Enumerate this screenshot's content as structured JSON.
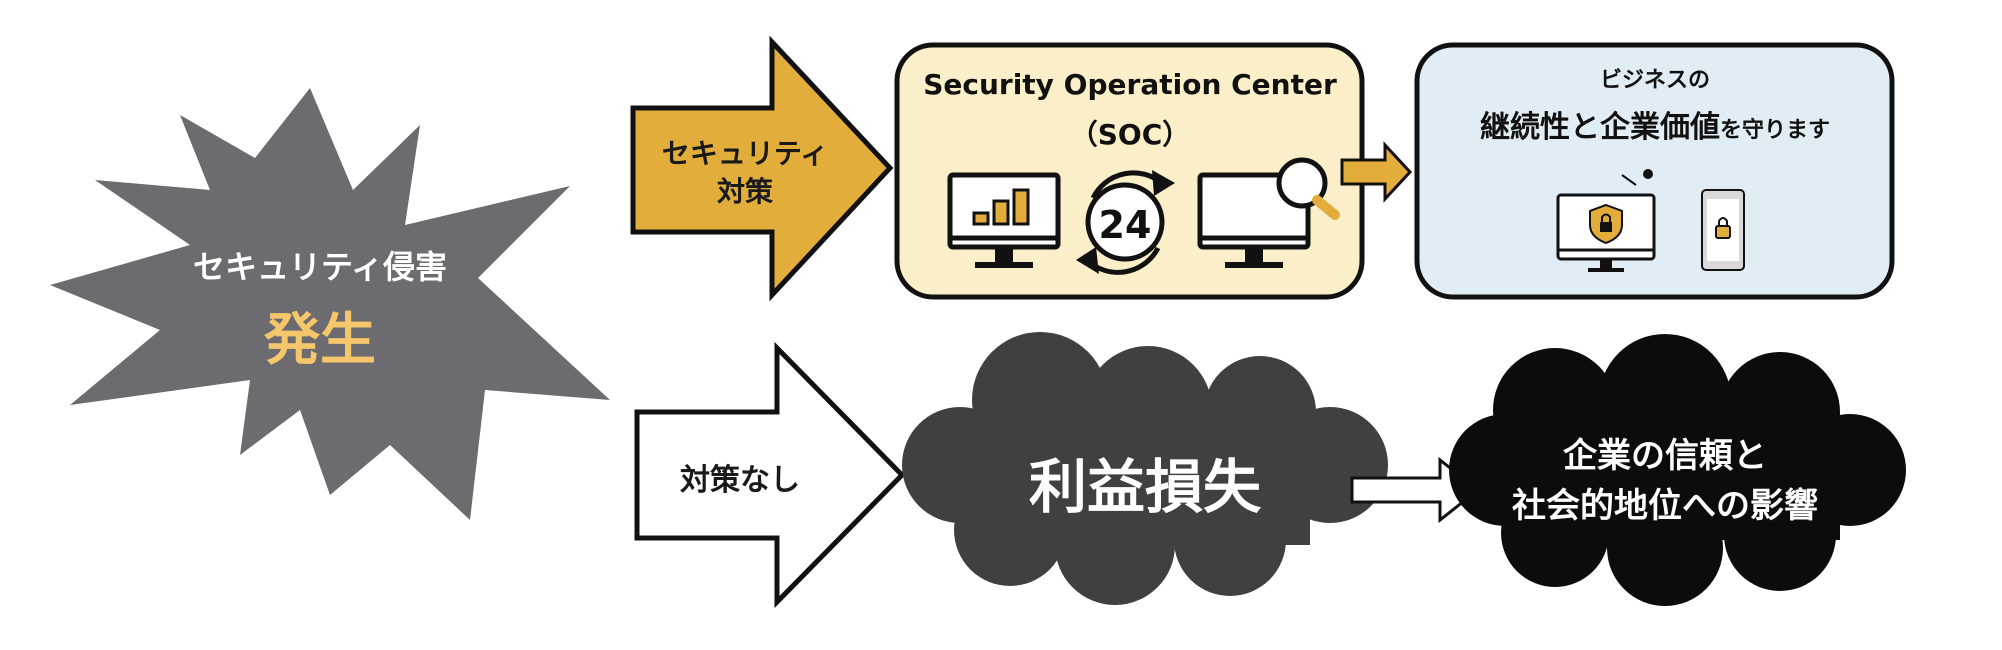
{
  "burst": {
    "line1": "セキュリティ侵害",
    "line2": "発生",
    "color": "#6b6b70",
    "accent": "#f5c76a"
  },
  "top_arrow": {
    "line1": "セキュリティ",
    "line2": "対策",
    "color": "#e2ad3a"
  },
  "bottom_arrow": {
    "label": "対策なし"
  },
  "soc_box": {
    "title": "Security Operation Center",
    "subtitle": "（SOC）",
    "badge": "24",
    "fill": "#fbefc9",
    "icons": [
      "monitor-bar-chart-icon",
      "24-hour-clock-icon",
      "monitor-magnifier-icon"
    ]
  },
  "business_box": {
    "line1": "ビジネスの",
    "line2_main": "継続性と企業価値",
    "line2_suffix": "を守ります",
    "fill": "#e1edf4",
    "icons": [
      "monitor-shield-lock-icon",
      "smartphone-lock-icon"
    ]
  },
  "loss_cloud": {
    "label": "利益損失",
    "fill": "#404040"
  },
  "trust_cloud": {
    "line1": "企業の信頼と",
    "line2": "社会的地位への影響",
    "fill": "#0c0c0c"
  }
}
